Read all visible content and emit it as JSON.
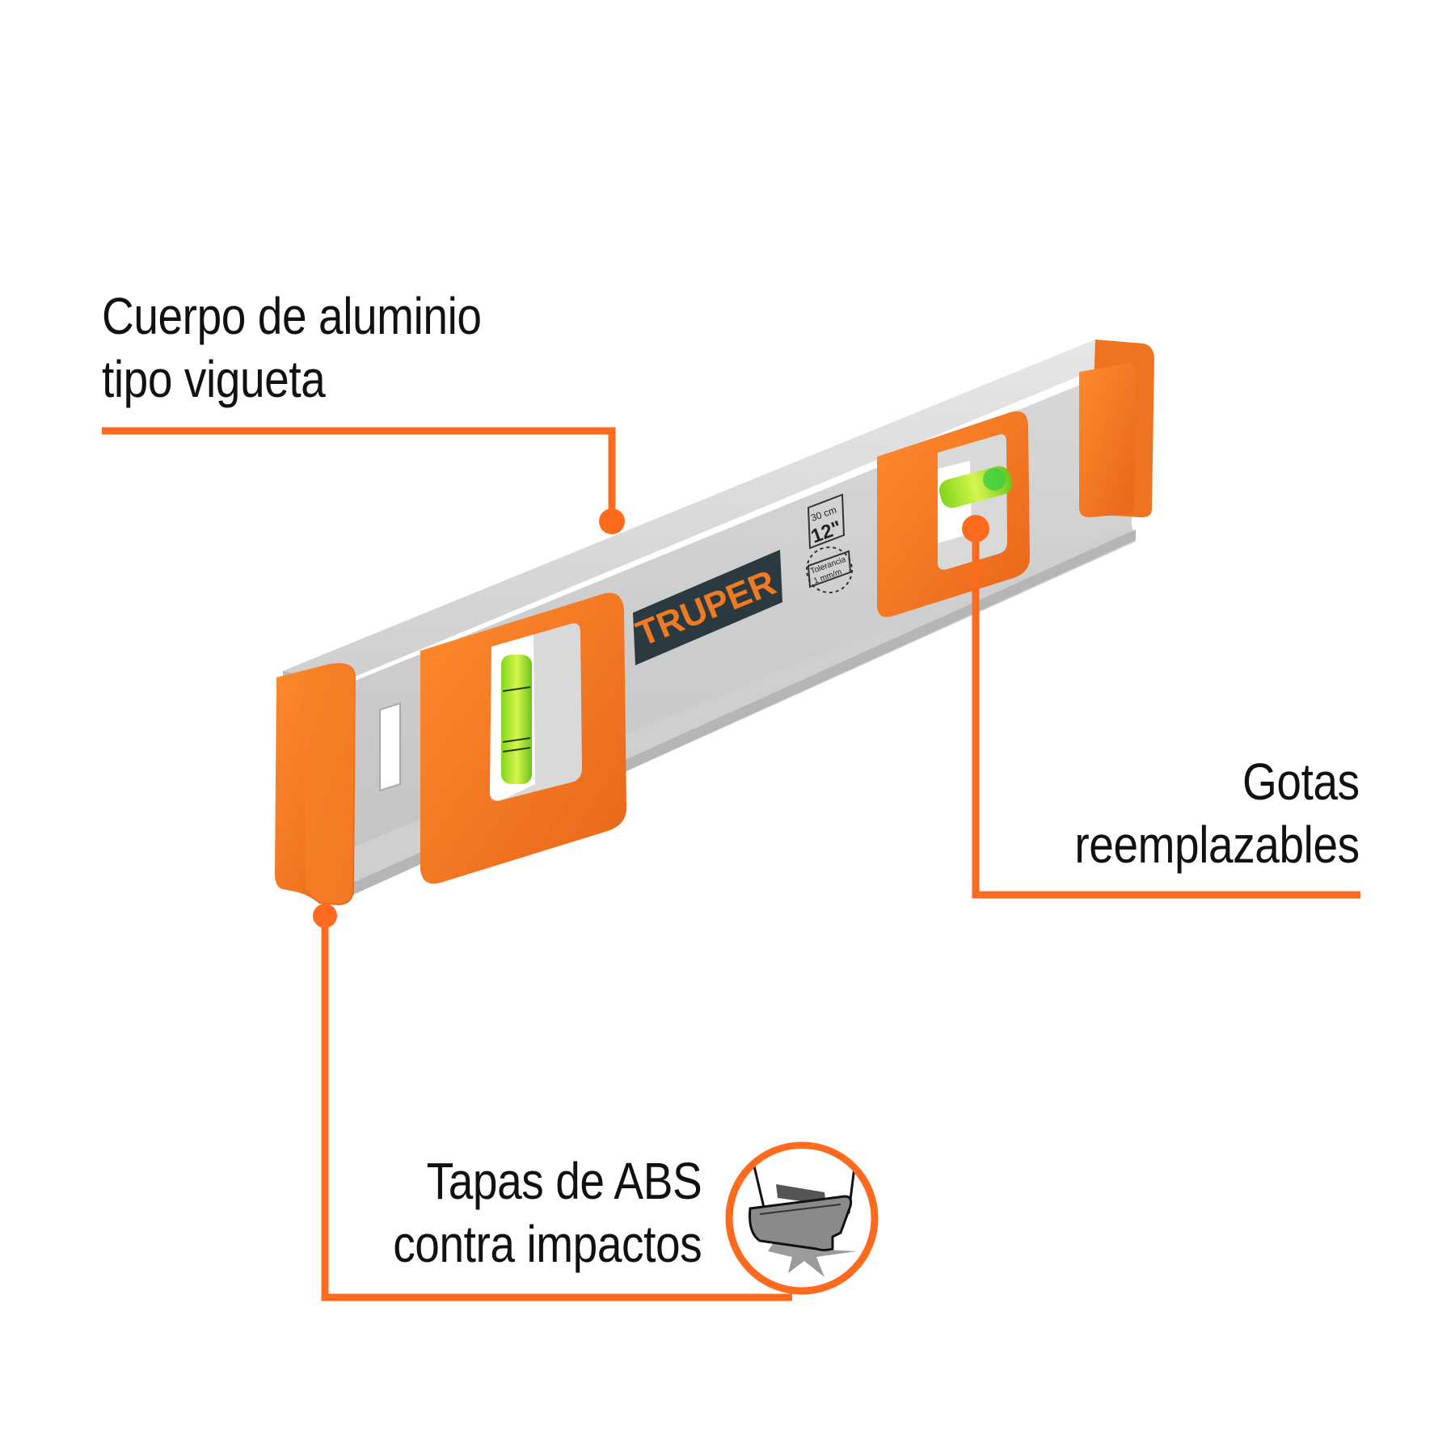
{
  "product": {
    "brand": "TRUPER",
    "length_metric": "30 cm",
    "length_imperial": "12\"",
    "tolerance_label": "Tolerancia",
    "tolerance_value": "1 mm/m"
  },
  "callouts": [
    {
      "id": "body",
      "lines": [
        "Cuerpo de aluminio",
        "tipo vigueta"
      ]
    },
    {
      "id": "vials",
      "lines": [
        "Gotas",
        "reemplazables"
      ]
    },
    {
      "id": "caps",
      "lines": [
        "Tapas de ABS",
        "contra impactos"
      ]
    }
  ],
  "icons": [
    "cap-impact-icon"
  ],
  "colors": {
    "accent": "#FF6B1E",
    "orange_rubber": "#F47A20",
    "aluminum": "#CFCFCF",
    "logo_bg": "#2B3A40",
    "vial_green": "#9BE020",
    "text": "#111111"
  }
}
